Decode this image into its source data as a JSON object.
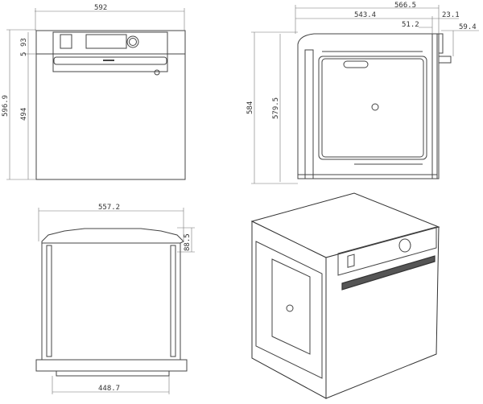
{
  "title": "Built-in oven dimension drawing",
  "front_view": {
    "width": "592",
    "total_height": "596.9",
    "panel_height": "93",
    "gap": "5",
    "door_height": "494"
  },
  "side_view": {
    "depth_total": "566.5",
    "depth_body": "543.4",
    "front_depth": "23.1",
    "panel_offset": "51.2",
    "knob_depth": "59.4",
    "height_outer": "584",
    "height_body": "579.5"
  },
  "top_view": {
    "width": "557.2",
    "handle_depth": "88.5",
    "base_width": "448.7"
  }
}
